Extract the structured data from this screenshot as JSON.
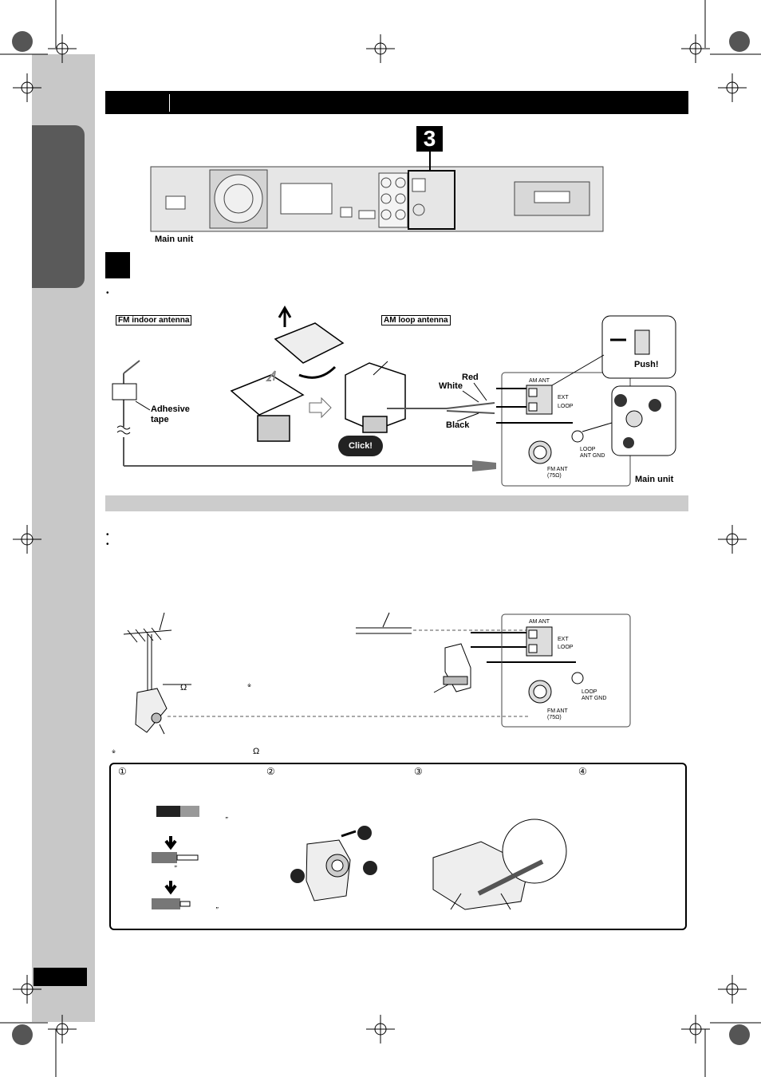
{
  "labels": {
    "main_unit_top": "Main unit",
    "step_number": "3",
    "fm_indoor_antenna": "FM indoor antenna",
    "am_loop_antenna": "AM loop antenna",
    "adhesive_tape": "Adhesive tape",
    "red": "Red",
    "white": "White",
    "black": "Black",
    "click": "Click!",
    "push": "Push!",
    "main_unit_right": "Main unit",
    "am_ant": "AM ANT",
    "ext": "EXT",
    "loop": "LOOP",
    "loop_ant_gnd": "LOOP\nANT GND",
    "fm_ant": "FM ANT\n(75Ω)",
    "am_ant_2": "AM ANT",
    "ext_2": "EXT",
    "loop_2": "LOOP",
    "loop_ant_gnd_2": "LOOP\nANT GND",
    "fm_ant_2": "FM ANT\n(75Ω)",
    "ohm_1": "Ω",
    "ohm_2": "Ω",
    "asterisk_1": "※",
    "asterisk_2": "※",
    "step_1": "①",
    "step_2": "②",
    "step_3": "③",
    "step_4": "④",
    "inch_1": "”",
    "inch_2": "”",
    "inch_3": "”"
  }
}
